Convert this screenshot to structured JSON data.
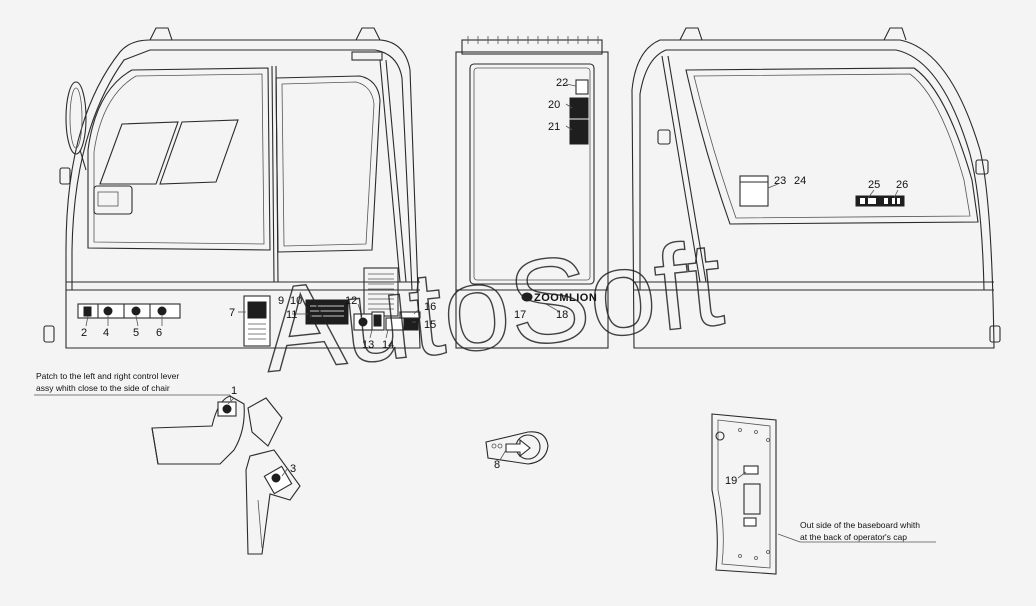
{
  "labels": {
    "n1": "1",
    "n2": "2",
    "n3": "3",
    "n4": "4",
    "n5": "5",
    "n6": "6",
    "n7": "7",
    "n8": "8",
    "n9": "9",
    "n10": "10",
    "n11": "11",
    "n12": "12",
    "n13": "13",
    "n14": "14",
    "n15": "15",
    "n16": "16",
    "n17": "17",
    "n18": "18",
    "n19": "19",
    "n20": "20",
    "n21": "21",
    "n22": "22",
    "n23": "23",
    "n24": "24",
    "n25": "25",
    "n26": "26"
  },
  "notes": {
    "lever_line1": "Patch to the left and right control lever",
    "lever_line2": "assy whith close to the side of chair",
    "baseboard_line1": "Out side of the baseboard whith",
    "baseboard_line2": "at the back of operator's cap"
  },
  "brand": "ZOOMLION",
  "watermark": "AutoSoft"
}
